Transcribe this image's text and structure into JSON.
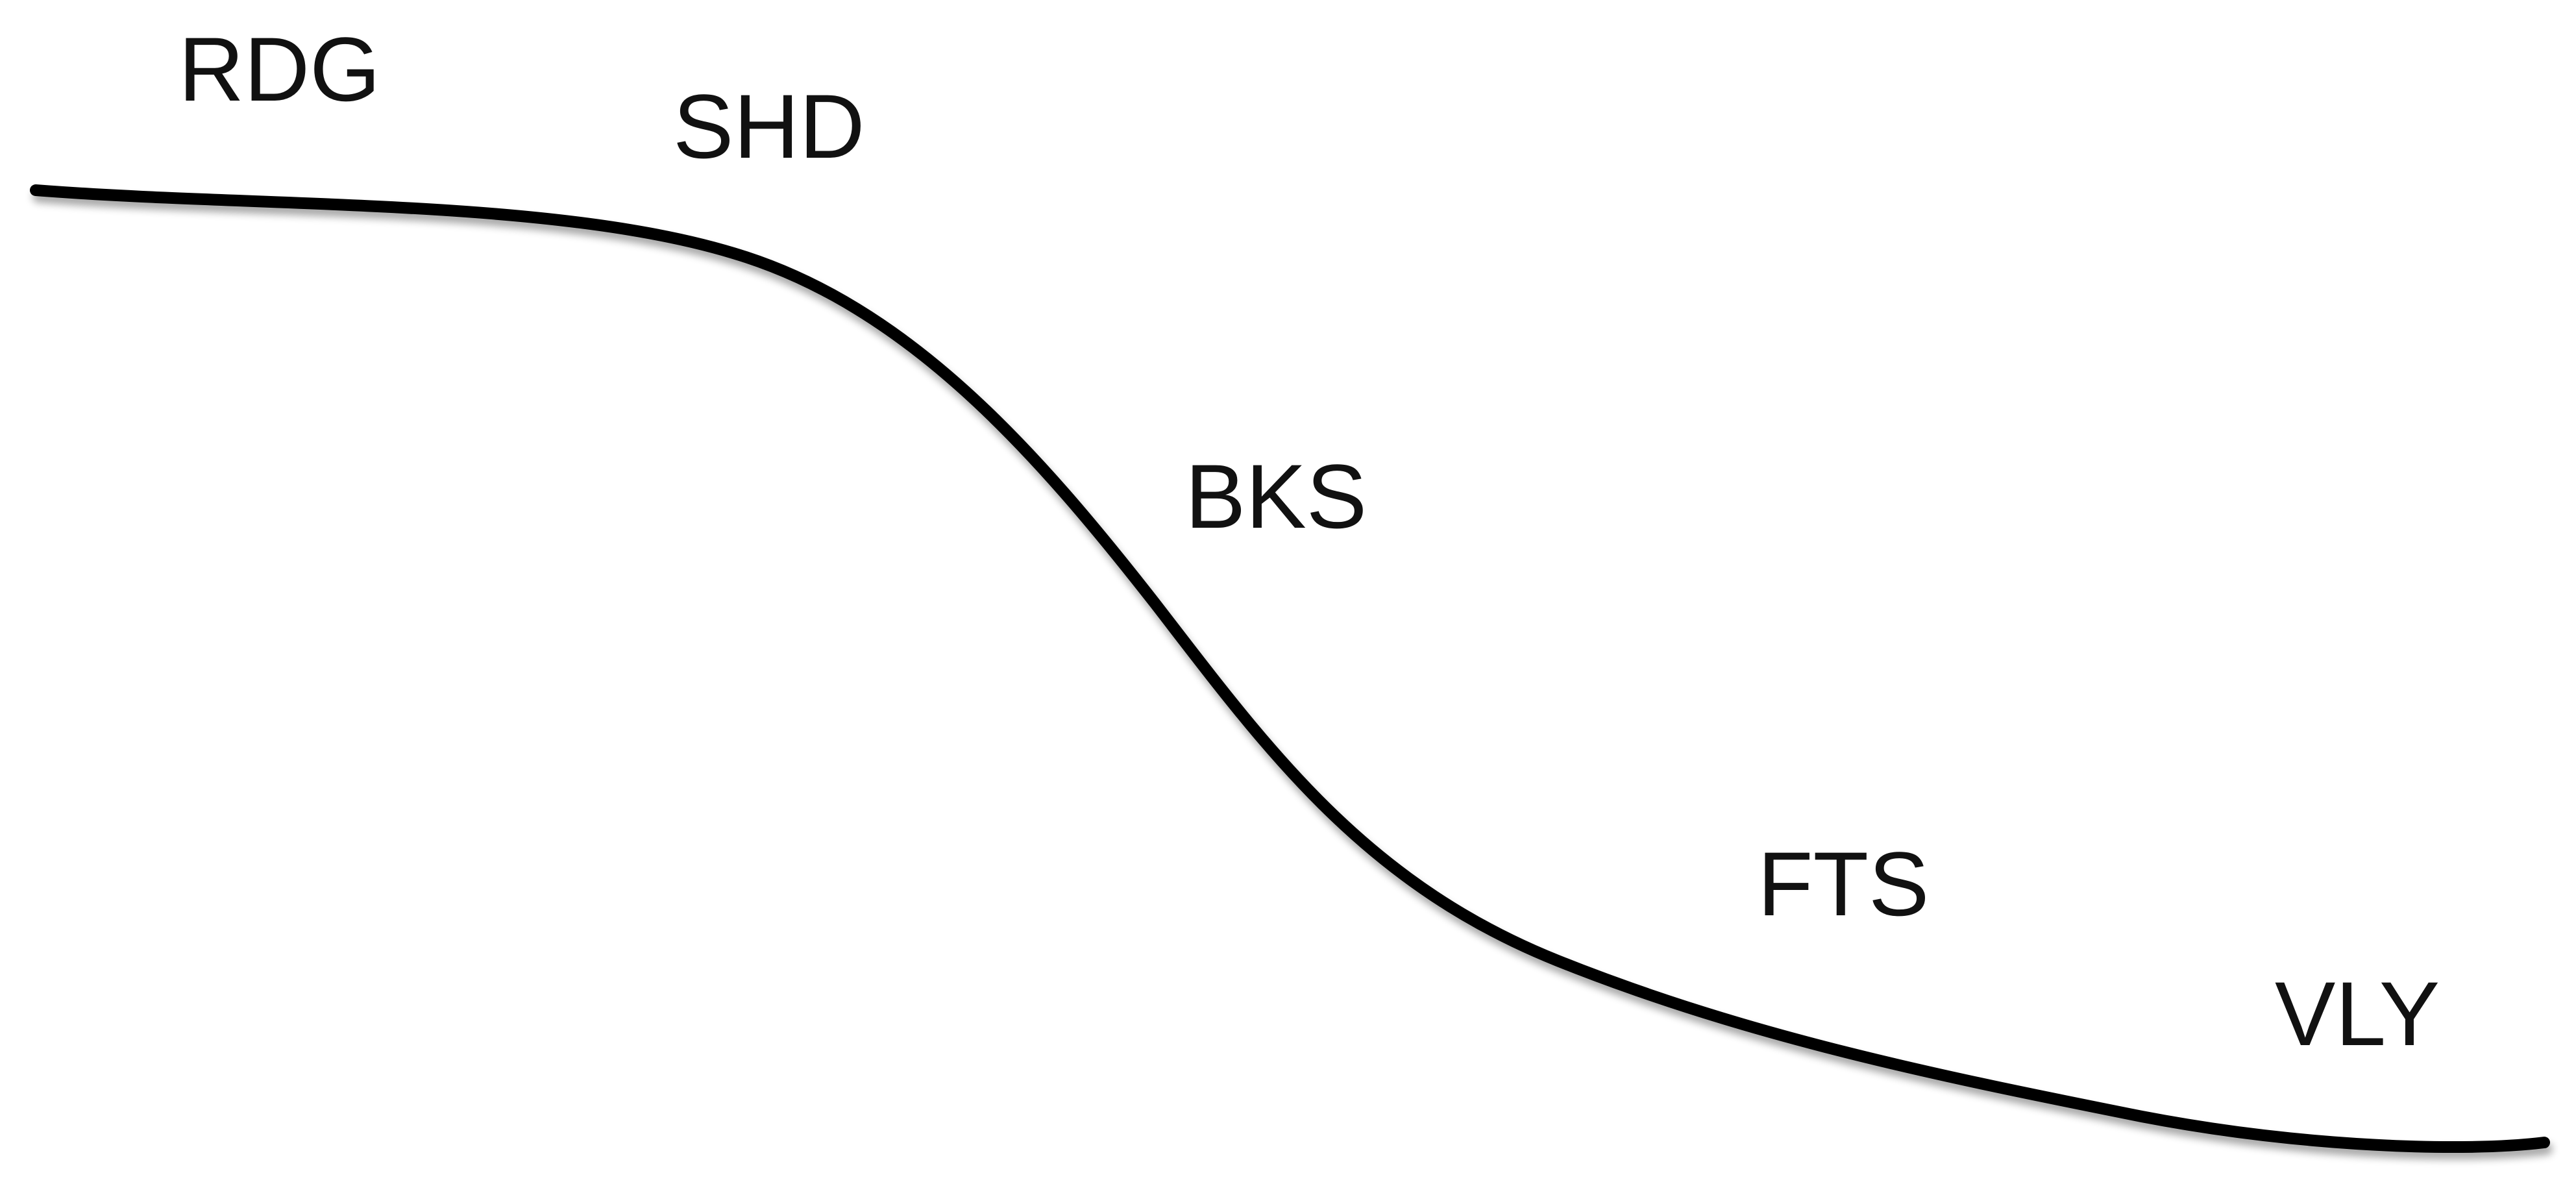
{
  "diagram": {
    "segments": [
      {
        "id": "rdg",
        "label": "RDG"
      },
      {
        "id": "shd",
        "label": "SHD"
      },
      {
        "id": "bks",
        "label": "BKS"
      },
      {
        "id": "fts",
        "label": "FTS"
      },
      {
        "id": "vly",
        "label": "VLY"
      }
    ],
    "colors": {
      "background": "#ffffff",
      "line": "#000000",
      "text": "#111111"
    }
  }
}
